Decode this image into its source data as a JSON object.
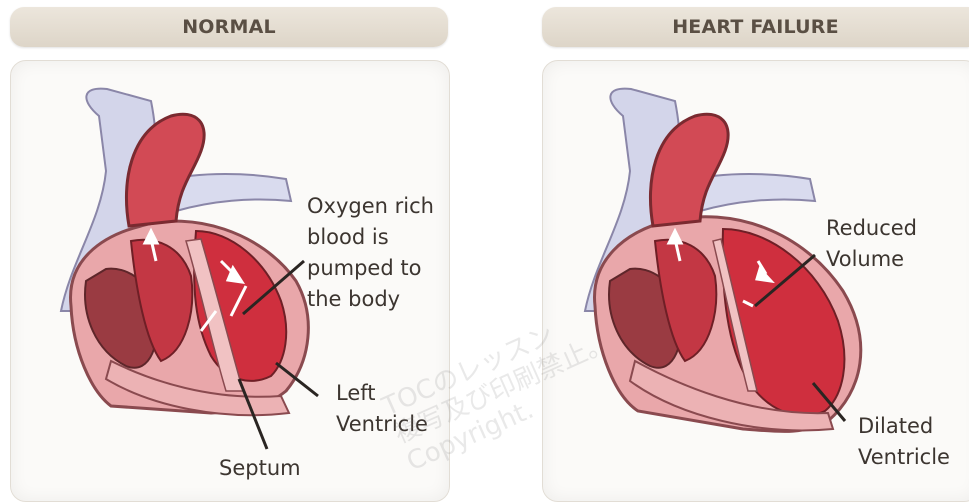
{
  "headers": {
    "normal": "NORMAL",
    "heart_failure": "HEART FAILURE"
  },
  "normal": {
    "label_oxygen": "Oxygen rich\nblood is\npumped to\nthe body",
    "label_left_ventricle": "Left\nVentricle",
    "label_septum": "Septum"
  },
  "heart_failure": {
    "label_reduced_volume": "Reduced\nVolume",
    "label_dilated_ventricle": "Dilated\nVentricle"
  },
  "watermark": {
    "text": "TOCのレッスン\n複写及び印刷禁止。\nCopyright."
  },
  "colors": {
    "header_bg": "#e3dcd1",
    "header_text": "#5a4f44",
    "heart_red": "#c8323f",
    "heart_pink": "#e8a3a6",
    "vessel_blue": "#c9cce3"
  }
}
